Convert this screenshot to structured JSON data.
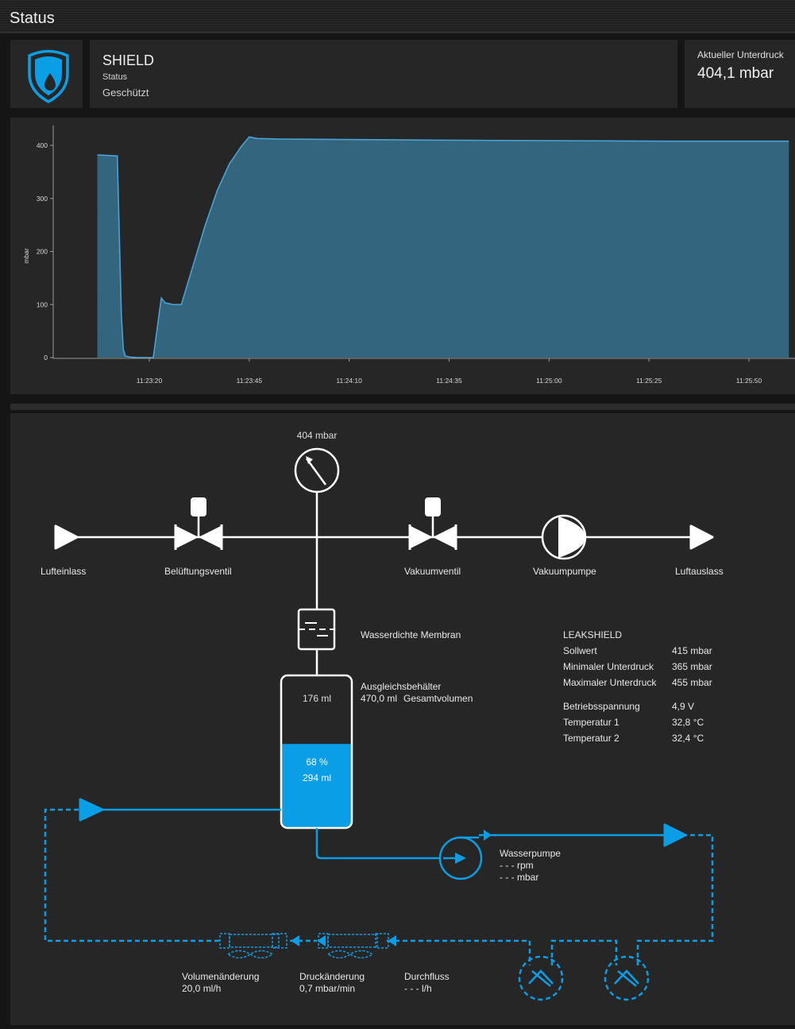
{
  "window": {
    "title": "Status"
  },
  "shield": {
    "name": "SHIELD",
    "status_label": "Status",
    "status_value": "Geschützt",
    "icon": "shield-drop-icon"
  },
  "pressure": {
    "label": "Aktueller Unterdruck",
    "value": "404,1 mbar"
  },
  "chart_data": {
    "type": "area",
    "ylabel": "mbar",
    "ylim": [
      0,
      420
    ],
    "yticks": [
      0,
      100,
      200,
      300,
      400
    ],
    "xticks": [
      "11:23:20",
      "11:23:45",
      "11:24:10",
      "11:24:35",
      "11:25:00",
      "11:25:25",
      "11:25:50"
    ],
    "xstart": "11:23:07",
    "xend": "11:26:00",
    "series": [
      {
        "x": [
          "11:23:07",
          "11:23:12",
          "11:23:13",
          "11:23:13.5",
          "11:23:14",
          "11:23:15",
          "11:23:17",
          "11:23:21",
          "11:23:23",
          "11:23:24",
          "11:23:26",
          "11:23:28",
          "11:23:31",
          "11:23:34",
          "11:23:37",
          "11:23:40",
          "11:23:43",
          "11:23:45",
          "11:23:47",
          "11:23:53",
          "11:24:30",
          "11:25:30",
          "11:26:00"
        ],
        "y": [
          382,
          380,
          80,
          15,
          3,
          1,
          0,
          0,
          112,
          103,
          100,
          100,
          175,
          250,
          315,
          365,
          398,
          416,
          413,
          412,
          410,
          408,
          408
        ]
      }
    ],
    "color": "#4aa3d6",
    "fill": "#33657f"
  },
  "schema": {
    "gauge": {
      "label": "404 mbar",
      "icon": "pressure-gauge-icon"
    },
    "air_inlet": "Lufteinlass",
    "vent_valve": "Belüftungsventil",
    "vacuum_valve": "Vakuumventil",
    "vacuum_pump": "Vakuumpumpe",
    "air_outlet": "Luftauslass",
    "membrane": "Wasserdichte Membran",
    "tank": {
      "title": "Ausgleichsbehälter",
      "total_value": "470,0 ml",
      "total_label": "Gesamtvolumen",
      "air": "176 ml",
      "percent": "68 %",
      "liquid": "294 ml",
      "fill_fraction": 0.68
    },
    "leakshield": {
      "title": "LEAKSHIELD",
      "rows": [
        {
          "label": "Sollwert",
          "value": "415 mbar"
        },
        {
          "label": "Minimaler Unterdruck",
          "value": "365 mbar"
        },
        {
          "label": "Maximaler Unterdruck",
          "value": "455 mbar"
        }
      ],
      "rows2": [
        {
          "label": "Betriebsspannung",
          "value": "4,9 V"
        },
        {
          "label": "Temperatur 1",
          "value": "32,8 °C"
        },
        {
          "label": "Temperatur 2",
          "value": "32,4 °C"
        }
      ]
    },
    "water_pump": {
      "title": "Wasserpumpe",
      "rpm": "- - - rpm",
      "mbar": "- - - mbar"
    },
    "volume_change": {
      "label": "Volumenänderung",
      "value": "20,0 ml/h"
    },
    "pressure_change": {
      "label": "Druckänderung",
      "value": "0,7 mbar/min"
    },
    "flow": {
      "label": "Durchfluss",
      "value": "- - - l/h"
    },
    "colors": {
      "air": "#ffffff",
      "water": "#0a9ee6",
      "tank_fill": "#0a9ee6"
    }
  }
}
